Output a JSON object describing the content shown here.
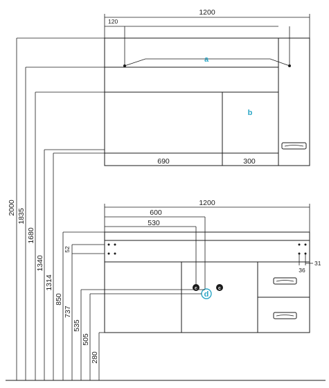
{
  "top_unit": {
    "width_total": "1200",
    "inset_left": "120",
    "width_left": "690",
    "width_right": "300",
    "label_a": "a",
    "label_b": "b"
  },
  "bottom_unit": {
    "width_total": "1200",
    "dim_600": "600",
    "dim_530": "530",
    "side_52": "52",
    "side_36": "36",
    "side_31": "31",
    "label_d": "d",
    "label_c1": "c",
    "label_c2": "c"
  },
  "heights": {
    "h2000": "2000",
    "h1835": "1835",
    "h1680": "1680",
    "h1340": "1340",
    "h1314": "1314",
    "h850": "850",
    "h737": "737",
    "h535": "535",
    "h505": "505",
    "h280": "280"
  },
  "colors": {
    "accent": "#2aa6c6",
    "line": "#1a1a1a"
  }
}
